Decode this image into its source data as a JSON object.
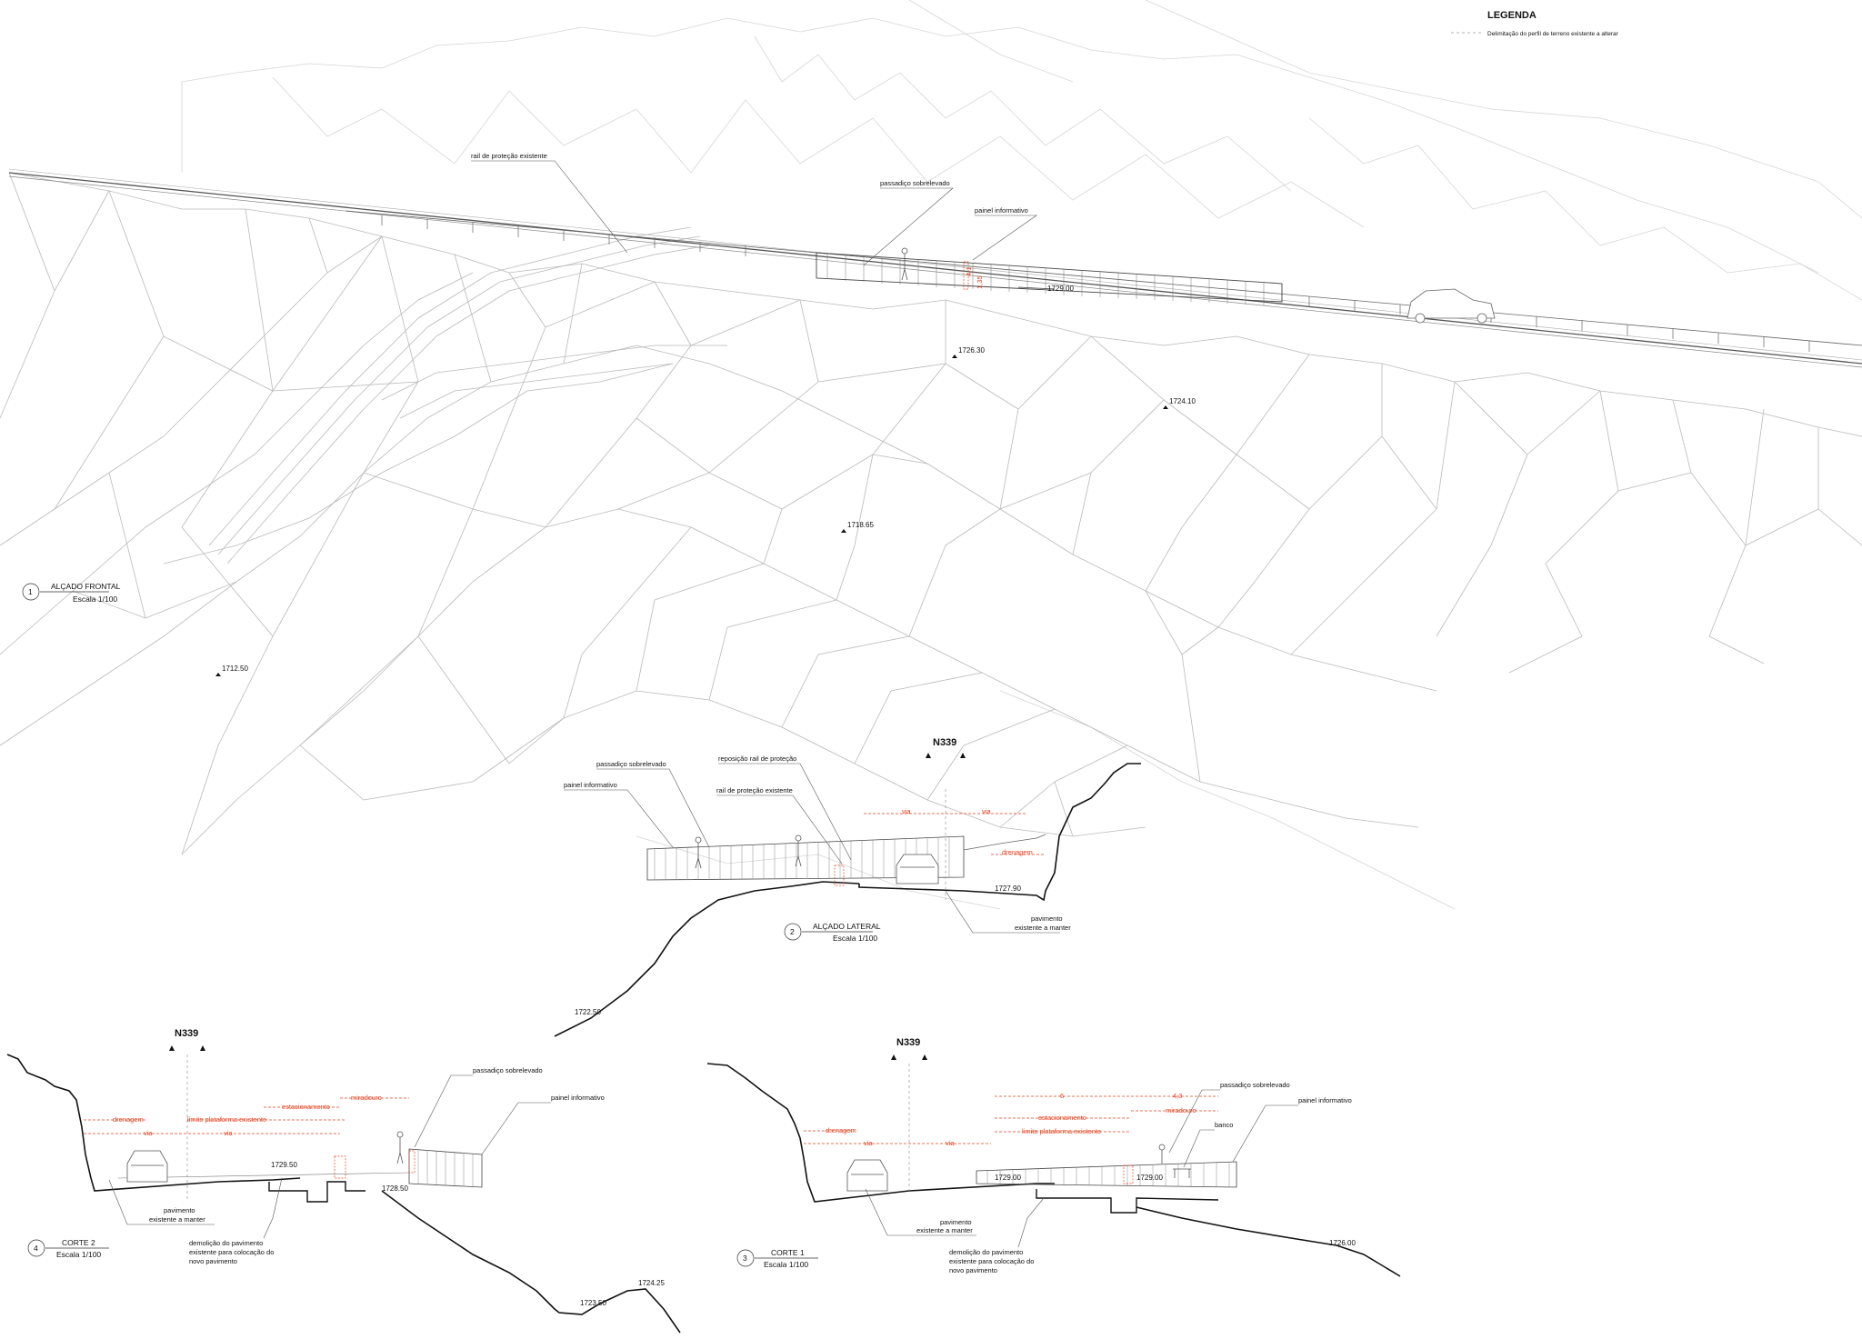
{
  "legend": {
    "title": "LEGENDA",
    "items": [
      "Delimitação do perfil de terreno existente a alterar"
    ]
  },
  "views": {
    "v1": {
      "number": "1",
      "title": "ALÇADO FRONTAL",
      "scale": "Escala 1/100"
    },
    "v2": {
      "number": "2",
      "title": "ALÇADO LATERAL",
      "scale": "Escala 1/100"
    },
    "v3": {
      "number": "3",
      "title": "CORTE 1",
      "scale": "Escala 1/100"
    },
    "v4": {
      "number": "4",
      "title": "CORTE 2",
      "scale": "Escala 1/100"
    }
  },
  "road_marker": "N339",
  "elevations": {
    "e1729_top": "1729.00",
    "e1726_30": "1726.30",
    "e1724_10": "1724.10",
    "e1718_65": "1718.65",
    "e1712_50": "1712.50",
    "e1727_90": "1727.90",
    "e1722_50": "1722.50",
    "e1729_50": "1729.50",
    "e1728_50": "1728.50",
    "e1723_50": "1723.50",
    "e1724_25": "1724.25",
    "e1729_c1a": "1729.00",
    "e1729_c1b": "1729.00",
    "e1726_00": "1726.00"
  },
  "dims": {
    "d_front_a": "4,1",
    "d_front_b": "1,35",
    "d_c1_6": "6",
    "d_c1_43": "4,3"
  },
  "annotations": {
    "v1_rail": "rail de proteção existente",
    "v1_passadico": "passadiço sobrelevado",
    "v1_painel": "painel informativo",
    "v2_passadico": "passadiço sobrelevado",
    "v2_painel": "painel informativo",
    "v2_reposicao": "reposição rail de proteção",
    "v2_rail": "rail de proteção existente",
    "v2_pav1": "pavimento",
    "v2_pav2": "existente a manter",
    "v4_passadico": "passadiço sobrelevado",
    "v4_painel": "painel informativo",
    "v4_pav1": "pavimento",
    "v4_pav2": "existente a manter",
    "v4_dem1": "demolição do pavimento",
    "v4_dem2": "existente para colocação do",
    "v4_dem3": "novo pavimento",
    "v3_passadico": "passadiço sobrelevado",
    "v3_painel": "painel informativo",
    "v3_banco": "banco",
    "v3_pav1": "pavimento",
    "v3_pav2": "existente a manter",
    "v3_dem1": "demolição do pavimento",
    "v3_dem2": "existente para colocação do",
    "v3_dem3": "novo pavimento"
  },
  "red_labels": {
    "v2_via1": "via",
    "v2_via2": "via",
    "v2_drenagem": "drenagem",
    "v4_drenagem": "drenagem",
    "v4_limite": "limite plataforma existente",
    "v4_estacionamento": "estacionamento",
    "v4_miradouro": "miradouro",
    "v4_via1": "via",
    "v4_via2": "via",
    "v3_drenagem": "drenagem",
    "v3_via1": "via",
    "v3_via2": "via",
    "v3_estacionamento": "estacionamento",
    "v3_miradouro": "miradouro",
    "v3_limite": "limite plataforma existente"
  },
  "colors": {
    "accent_red": "#e8401c",
    "ink": "#111111",
    "mesh": "#b9b9b9"
  }
}
